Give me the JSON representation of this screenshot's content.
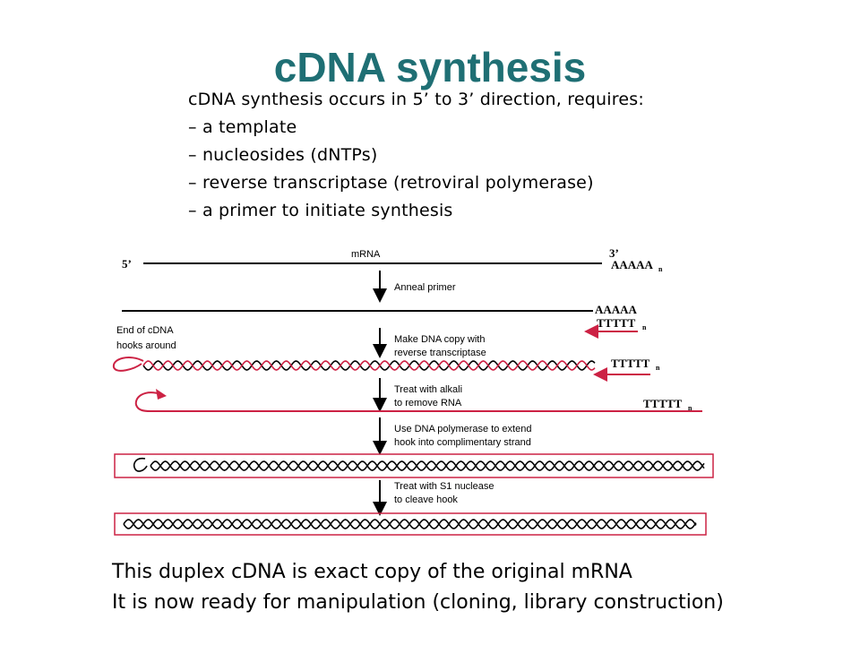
{
  "slide": {
    "title": "cDNA synthesis",
    "title_color": "#1f6f74",
    "intro_lines": [
      "cDNA synthesis occurs in 5’ to 3’ direction, requires:",
      "– a template",
      "– nucleosides (dNTPs)",
      "– reverse transcriptase (retroviral polymerase)",
      "– a primer to initiate synthesis"
    ],
    "conclusion_lines": [
      "This duplex cDNA is exact copy of the original mRNA",
      "It is now ready for manipulation (cloning, library construction)"
    ]
  },
  "diagram": {
    "colors": {
      "dna": "#000000",
      "cdna": "#cc2244",
      "box": "#cc2244"
    },
    "mrna_label": "mRNA",
    "five_prime": "5’",
    "three_prime": "3’",
    "poly_a": "AAAAA",
    "poly_t": "TTTTT",
    "subscript_n": "n",
    "side_note": [
      "End of cDNA",
      "hooks around"
    ],
    "steps": [
      [
        "Anneal primer"
      ],
      [
        "Make DNA copy with",
        "reverse transcriptase"
      ],
      [
        "Treat with alkali",
        "to remove RNA"
      ],
      [
        "Use DNA polymerase to extend",
        "hook into complimentary strand"
      ],
      [
        "Treat with S1 nuclease",
        "to cleave hook"
      ]
    ]
  }
}
